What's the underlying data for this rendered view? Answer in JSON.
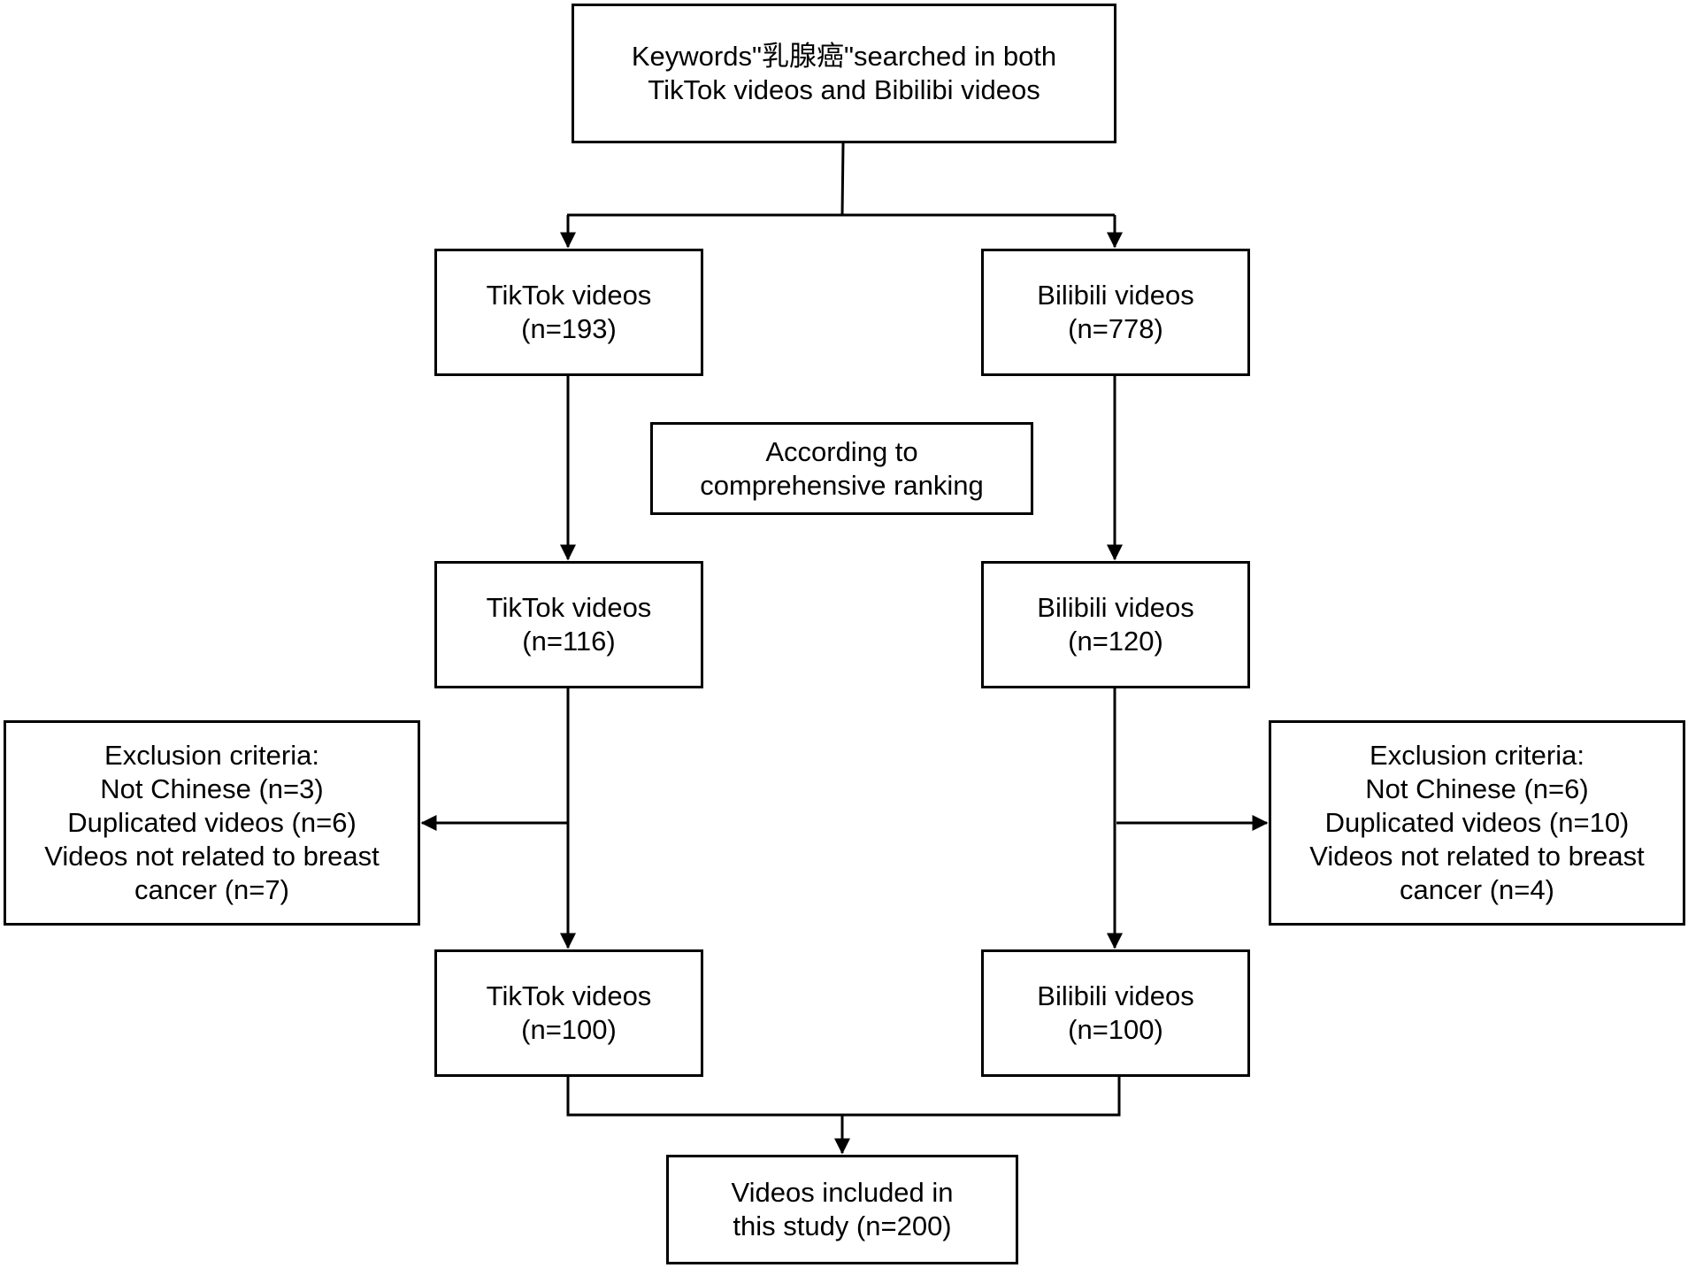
{
  "flowchart": {
    "keywords": [
      "Keywords\"乳腺癌\"searched in both",
      "TikTok videos and Bibilibi videos"
    ],
    "tiktok_initial": [
      "TikTok videos",
      "(n=193)"
    ],
    "bilibili_initial": [
      "Bilibili videos",
      "(n=778)"
    ],
    "ranking": [
      "According to",
      "comprehensive ranking"
    ],
    "tiktok_ranked": [
      "TikTok videos",
      "(n=116)"
    ],
    "bilibili_ranked": [
      "Bilibili videos",
      "(n=120)"
    ],
    "tiktok_exclusion": [
      "Exclusion criteria:",
      "Not Chinese (n=3)",
      "Duplicated videos (n=6)",
      "Videos not related to breast",
      "cancer (n=7)"
    ],
    "bilibili_exclusion": [
      "Exclusion criteria:",
      "Not Chinese (n=6)",
      "Duplicated videos (n=10)",
      "Videos not related to breast",
      "cancer (n=4)"
    ],
    "tiktok_final": [
      "TikTok videos",
      "(n=100)"
    ],
    "bilibili_final": [
      "Bilibili videos",
      "(n=100)"
    ],
    "included": [
      "Videos included in",
      "this study (n=200)"
    ]
  }
}
